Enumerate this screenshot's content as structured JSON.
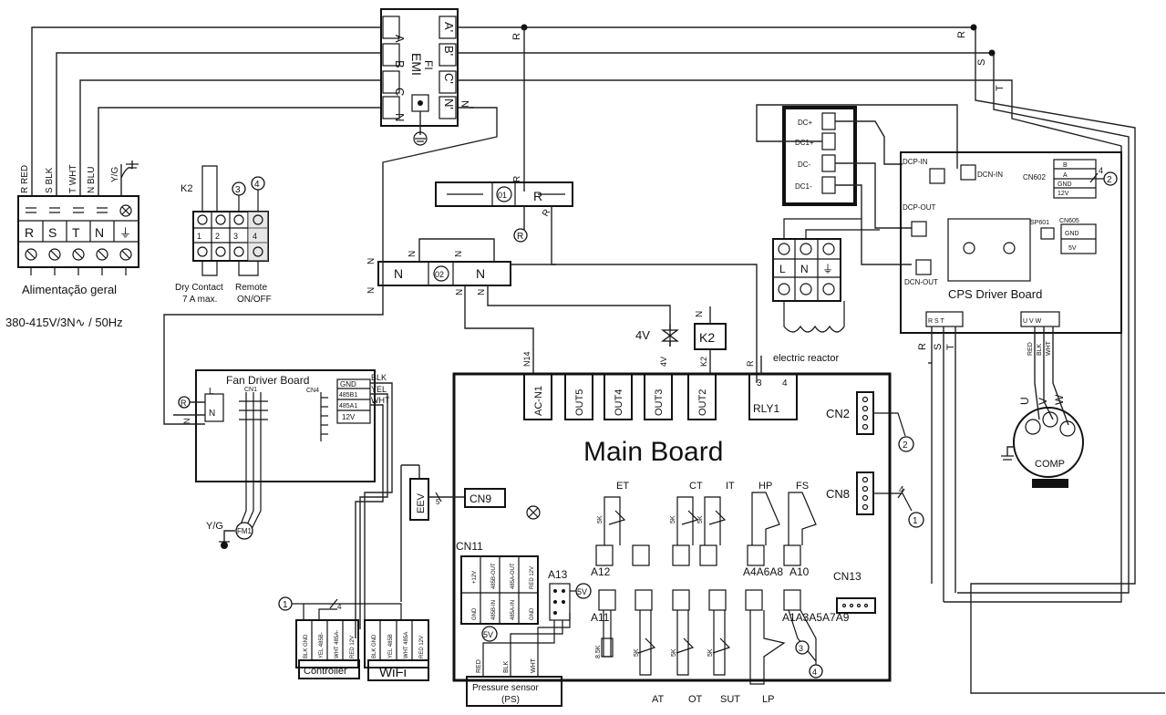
{
  "emi": {
    "title": "EMI",
    "subtitle": "FI",
    "left_terms": [
      "A",
      "B",
      "C",
      "N"
    ],
    "right_terms": [
      "A'",
      "B'",
      "C'",
      "N'"
    ]
  },
  "power_terminal": {
    "wire_labels": [
      "R RED",
      "S BLK",
      "T WHT",
      "N BLU",
      "Y/G"
    ],
    "terms": [
      "R",
      "S",
      "T",
      "N",
      "⏚"
    ],
    "label": "Alimentação geral",
    "spec": "380-415V/3N∿ / 50Hz"
  },
  "dry_contact": {
    "k2": "K2",
    "nums": [
      "1",
      "2",
      "3",
      "4"
    ],
    "circ3": "3",
    "circ4": "4",
    "label1a": "Dry Contact",
    "label1b": "7 A max.",
    "label2a": "Remote",
    "label2b": "ON/OFF"
  },
  "mid_terminals": {
    "r_block": "R",
    "t01": "01",
    "r_circ": "R",
    "n_left": "N",
    "n_right": "N",
    "t02": "02"
  },
  "wire_letters": {
    "r": "R",
    "s": "S",
    "t": "T",
    "n": "N"
  },
  "reactor": {
    "label": "electric reactor",
    "terms": [
      "L",
      "N",
      "⏚"
    ]
  },
  "cps_board": {
    "title": "CPS Driver Board",
    "dcp_in": "DCP-IN",
    "dcn_in": "DCN-IN",
    "dcp_out": "DCP-OUT",
    "dcn_out": "DCN-OUT",
    "cn602": "CN602",
    "cn602_pins": [
      "B",
      "A",
      "GND",
      "12V"
    ],
    "cn602_num": "4",
    "sp601": "SP601",
    "cn605": "CN605",
    "cn605_pins": [
      "GND",
      "5V"
    ],
    "rst": "R S T",
    "uvw": "U V W",
    "circ2": "2"
  },
  "dc_module": {
    "pins": [
      "DC+",
      "DC1+",
      "DC-",
      "DC1-"
    ]
  },
  "compressor": {
    "label": "COMP",
    "wires": [
      "RED",
      "BLK",
      "WHT"
    ],
    "phases": [
      "U",
      "V",
      "W"
    ]
  },
  "fan_board": {
    "title": "Fan Driver Board",
    "cn1": "CN1",
    "cn4": "CN4",
    "pins": [
      "GND",
      "485B1",
      "485A1",
      "12V"
    ],
    "wire_colors": [
      "BLK",
      "YEL",
      "WHT"
    ],
    "l": "L",
    "n": "N",
    "r_circ": "R",
    "motor": "FM1",
    "yg": "Y/G"
  },
  "main_board": {
    "title": "Main Board",
    "outputs": [
      "AC-N1",
      "OUT5",
      "OUT4",
      "OUT3",
      "OUT2"
    ],
    "relay": "RLY1",
    "relay_pins": [
      "3",
      "4"
    ],
    "out_wires": [
      "N14",
      "4V",
      "K2",
      "R"
    ],
    "cn2": "CN2",
    "cn8": "CN8",
    "cn9": "CN9",
    "cn11": "CN11",
    "cn13": "CN13",
    "eev": "EEV",
    "eev_num": "5",
    "cn11_pins": [
      "+12V",
      "485B-OUT",
      "485A-OUT",
      "RED 12V",
      "GND",
      "485B-IN",
      "485A-IN",
      "GND"
    ],
    "a13": "A13",
    "a12": "A12",
    "a11": "A11",
    "a4_label": "A4A6A8",
    "a10": "A10",
    "a_bottom": "A1A3A5A7A9",
    "circ_5v_a": "5V",
    "circ_5v_b": "5V",
    "circ_2": "2",
    "circ_1": "1",
    "circ_3": "3",
    "circ_4": "4",
    "cn8_num": "4",
    "sensors_top": [
      "ET",
      "CT",
      "IT",
      "HP",
      "FS"
    ],
    "sensors_bottom": [
      "AT",
      "OT",
      "SUT",
      "LP"
    ],
    "ohm_top": [
      "5K",
      "5K",
      "5K"
    ],
    "ohm_bottom": [
      "8.5K",
      "5K",
      "5K",
      "5K"
    ]
  },
  "controller": {
    "label": "Controller",
    "pins": [
      "BLK GND",
      "YEL 485B-",
      "WHT 485A-",
      "RED 12V"
    ],
    "circ": "1",
    "num": "4"
  },
  "wifi": {
    "label": "WiFi",
    "pins": [
      "BLK GND",
      "YEL 485B",
      "WHT 485A",
      "RED 12V"
    ]
  },
  "pressure": {
    "label1": "Pressure sensor",
    "label2": "(PS)",
    "wires": [
      "RED",
      "BLK",
      "WHT"
    ],
    "circ": "5V"
  },
  "valve": {
    "label": "4V",
    "k2": "K2"
  }
}
